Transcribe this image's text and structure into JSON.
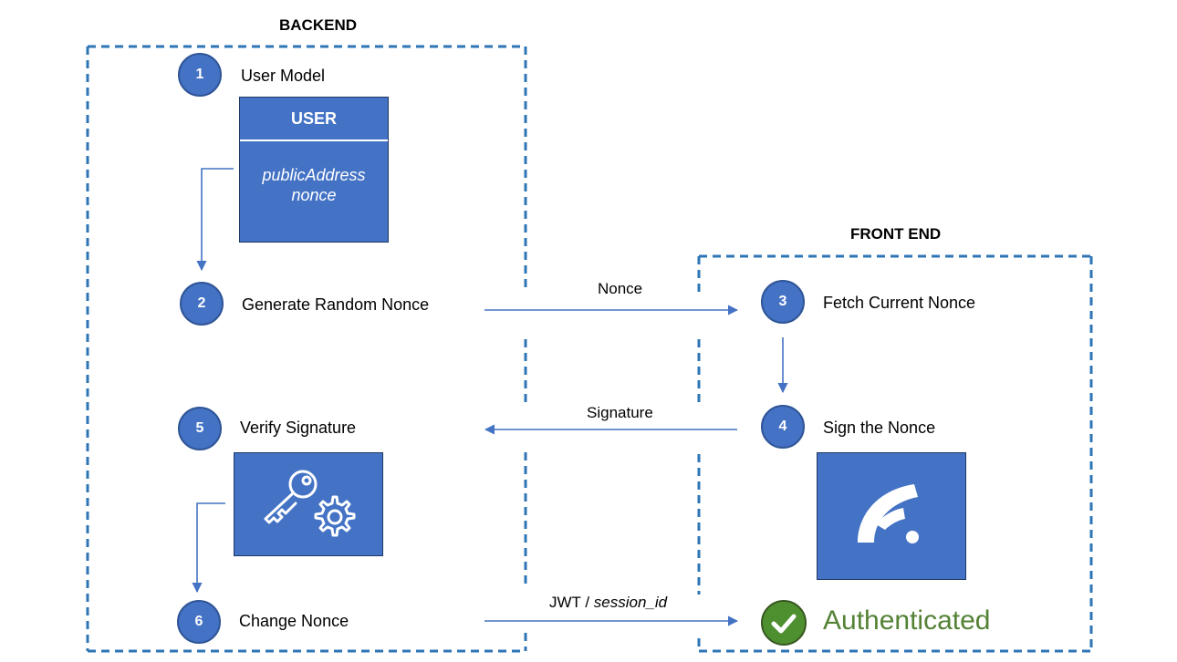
{
  "backend": {
    "title": "BACKEND"
  },
  "frontend": {
    "title": "FRONT END"
  },
  "steps": [
    {
      "number": "1",
      "label": "User Model"
    },
    {
      "number": "2",
      "label": "Generate Random Nonce"
    },
    {
      "number": "3",
      "label": "Fetch Current Nonce"
    },
    {
      "number": "4",
      "label": "Sign the Nonce"
    },
    {
      "number": "5",
      "label": "Verify Signature"
    },
    {
      "number": "6",
      "label": "Change Nonce"
    }
  ],
  "user_model": {
    "header": "USER",
    "fields": [
      "publicAddress",
      "nonce"
    ]
  },
  "arrows": {
    "nonce": "Nonce",
    "signature": "Signature",
    "jwt_prefix": "JWT / ",
    "jwt_italic": "session_id"
  },
  "result": {
    "label": "Authenticated"
  },
  "colors": {
    "step_fill": "#4472c4",
    "dashed_border": "#2e75b6",
    "arrow": "#4472c4",
    "authenticated": "#548235"
  },
  "icons": {
    "verify": "key-gear-icon",
    "wallet": "wallet-logo-icon",
    "result": "checkmark-icon"
  }
}
